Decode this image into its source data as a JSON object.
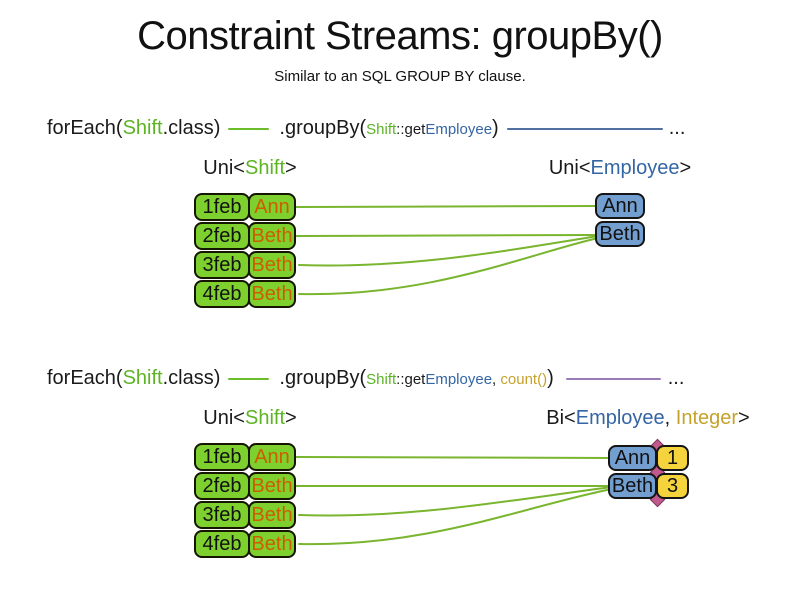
{
  "title": "Constraint Streams: groupBy()",
  "subtitle": "Similar to an SQL GROUP BY clause.",
  "colors": {
    "shift_green": "#5cb424",
    "employee_blue": "#3465a4",
    "integer_gold": "#c6a22b",
    "name_orange": "#ce5c00",
    "shift_box_green": "#7ed02e",
    "employee_box_blue": "#729fcf",
    "count_box_yellow": "#f5d33d",
    "green_line": "#79b52e",
    "blue_line": "#51709f",
    "purple_line": "#9c7cb7"
  },
  "diagram1": {
    "code": {
      "foreach": "forEach(",
      "shift": "Shift",
      "class_suffix": ".class)",
      "groupby": ".groupBy(",
      "param_class": "Shift",
      "param_accessor": "::get",
      "param_type": "Employee",
      "close_paren": ")",
      "ellipsis": "..."
    },
    "left_label": {
      "prefix": "Uni<",
      "type": "Shift",
      "suffix": ">"
    },
    "right_label": {
      "prefix": "Uni<",
      "type": "Employee",
      "suffix": ">"
    },
    "rows": [
      {
        "date": "1feb",
        "name": "Ann"
      },
      {
        "date": "2feb",
        "name": "Beth"
      },
      {
        "date": "3feb",
        "name": "Beth"
      },
      {
        "date": "4feb",
        "name": "Beth"
      }
    ],
    "groups": [
      {
        "name": "Ann"
      },
      {
        "name": "Beth"
      }
    ]
  },
  "diagram2": {
    "code": {
      "foreach": "forEach(",
      "shift": "Shift",
      "class_suffix": ".class)",
      "groupby": ".groupBy(",
      "param_class": "Shift",
      "param_accessor": "::get",
      "param_type": "Employee",
      "comma": ", ",
      "count": "count()",
      "close_paren": ")",
      "ellipsis": "..."
    },
    "left_label": {
      "prefix": "Uni<",
      "type": "Shift",
      "suffix": ">"
    },
    "right_label": {
      "prefix": "Bi<",
      "type1": "Employee",
      "comma": ", ",
      "type2": "Integer",
      "suffix": ">"
    },
    "rows": [
      {
        "date": "1feb",
        "name": "Ann"
      },
      {
        "date": "2feb",
        "name": "Beth"
      },
      {
        "date": "3feb",
        "name": "Beth"
      },
      {
        "date": "4feb",
        "name": "Beth"
      }
    ],
    "groups": [
      {
        "name": "Ann",
        "count": "1"
      },
      {
        "name": "Beth",
        "count": "3"
      }
    ]
  }
}
